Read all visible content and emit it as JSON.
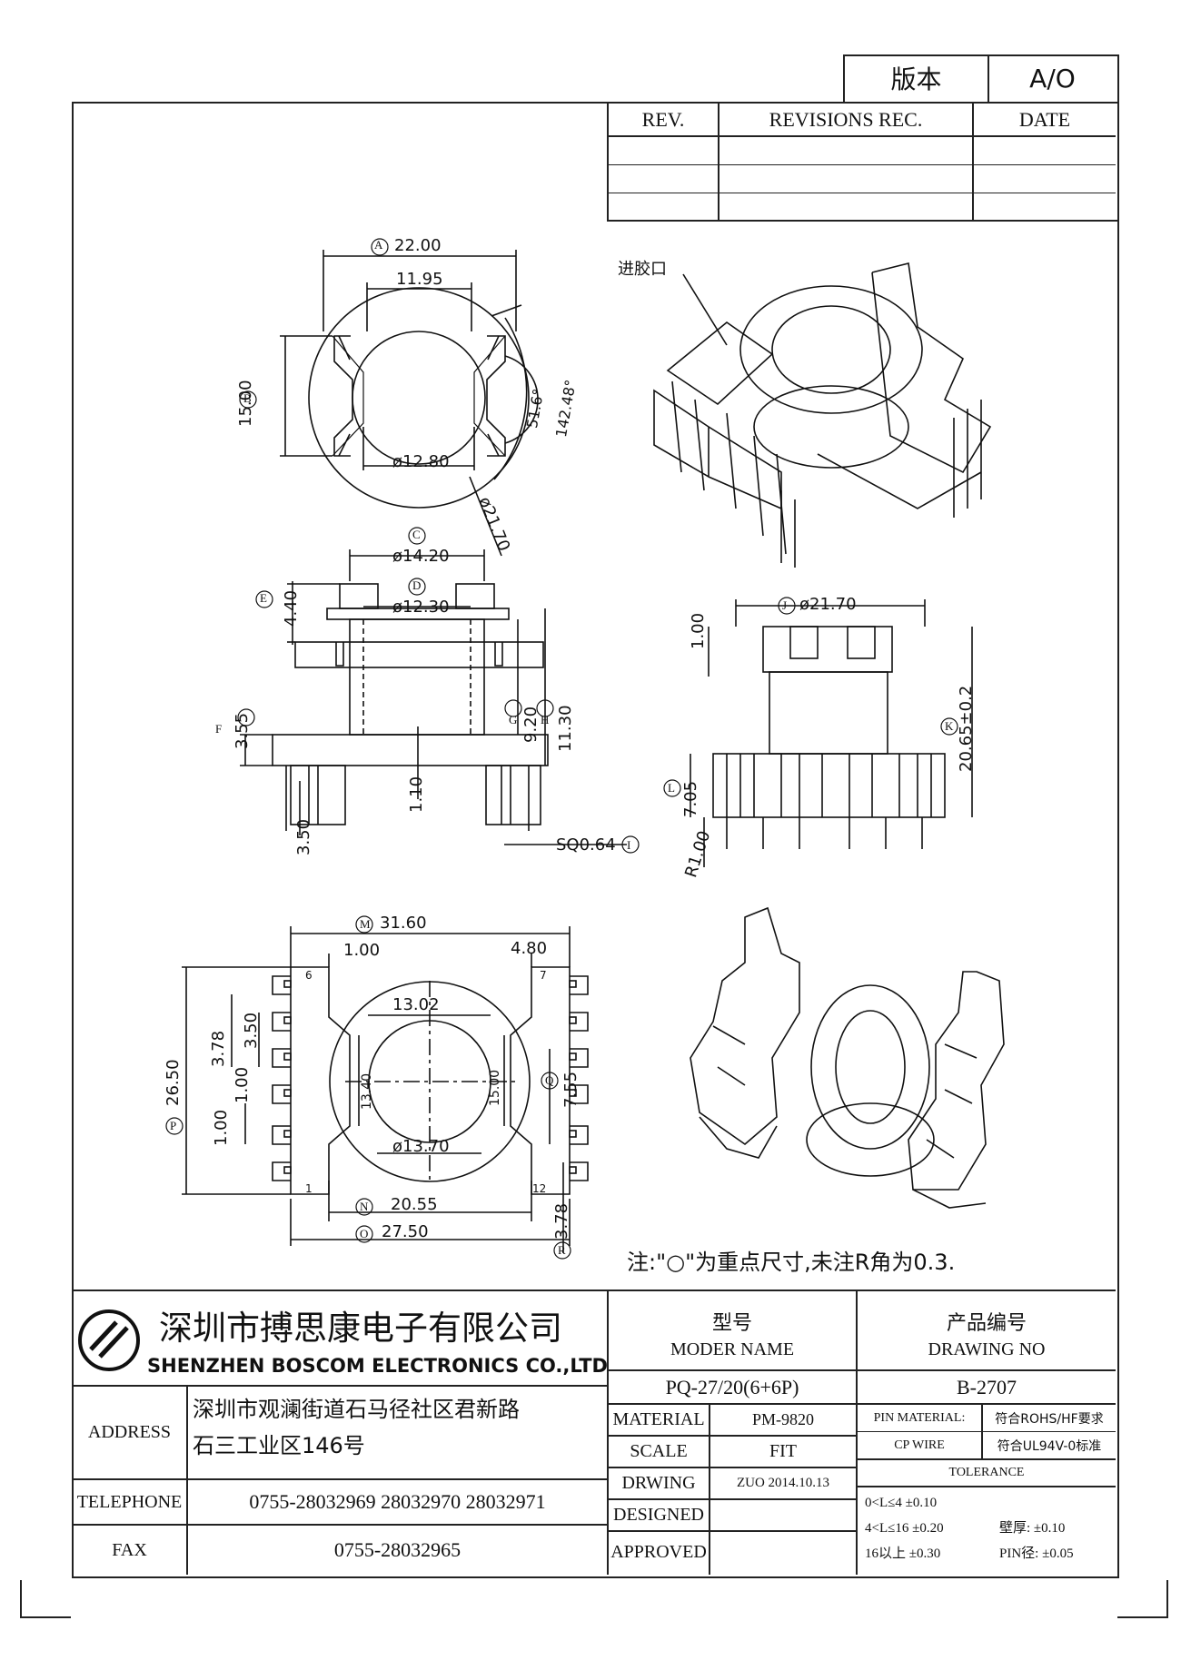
{
  "version_box": {
    "label": "版本",
    "value": "A/O"
  },
  "revisions": {
    "rev_header": "REV.",
    "rec_header": "REVISIONS REC.",
    "date_header": "DATE"
  },
  "views": {
    "top": {
      "dim_a": "22.00",
      "label_a": "A",
      "dim_inner": "11.95",
      "dim_b": "15.00",
      "label_b": "B",
      "dia_inner": "ø12.80",
      "angle1": "51.6°",
      "angle2": "142.48°",
      "dia_outer": "ø21.70"
    },
    "gate_label": "进胶口",
    "front": {
      "label_c": "C",
      "dim_c": "ø14.20",
      "label_d": "D",
      "dim_d": "ø12.30",
      "label_e": "E",
      "dim_e": "4.40",
      "label_f": "F",
      "dim_f": "3.55",
      "label_g": "G",
      "dim_g": "9.20",
      "label_h": "H",
      "dim_h": "11.30",
      "dim_110": "1.10",
      "dim_350": "3.50",
      "dim_sq": "SQ0.64",
      "label_i": "I"
    },
    "side": {
      "label_j": "J",
      "dim_j": "ø21.70",
      "dim_100": "1.00",
      "label_k": "K",
      "dim_k": "20.65±0.2",
      "label_l": "L",
      "dim_l": "7.05",
      "dim_r": "R1.00"
    },
    "bottom": {
      "label_m": "M",
      "dim_m": "31.60",
      "dim_100": "1.00",
      "dim_480": "4.80",
      "dim_1302": "13.02",
      "dim_378": "3.78",
      "dim_350": "3.50",
      "dim_100b": "1.00",
      "dim_100c": "1.00",
      "label_p": "P",
      "dim_p": "26.50",
      "dim_1340": "13.40",
      "dim_1500": "15.00",
      "dim_1370": "ø13.70",
      "label_q": "Q",
      "dim_q": "7.55",
      "label_n": "N",
      "dim_n": "20.55",
      "label_o": "O",
      "dim_o": "27.50",
      "label_r": "R",
      "dim_r": "3.78",
      "pin6": "6",
      "pin7": "7",
      "pin1": "1",
      "pin12": "12"
    }
  },
  "note": "注:\"○\"为重点尺寸,未注R角为0.3.",
  "title_block": {
    "company_cn": "深圳市搏思康电子有限公司",
    "company_en": "SHENZHEN BOSCOM ELECTRONICS CO.,LTD",
    "model_cn": "型号",
    "model_en": "MODER NAME",
    "drawing_cn": "产品编号",
    "drawing_en": "DRAWING NO",
    "address_label": "ADDRESS",
    "address_line1": "深圳市观澜街道石马径社区君新路",
    "address_line2": "石三工业区146号",
    "model_value": "PQ-27/20(6+6P)",
    "drawing_value": "B-2707",
    "material_label": "MATERIAL",
    "material_value": "PM-9820",
    "pin_material_label": "PIN MATERIAL:",
    "pin_material_value": "CP WIRE",
    "rohs": "符合ROHS/HF要求",
    "ul": "符合UL94V-0标准",
    "scale_label": "SCALE",
    "scale_value": "FIT",
    "tolerance_label": "TOLERANCE",
    "telephone_label": "TELEPHONE",
    "telephone_value": "0755-28032969 28032970 28032971",
    "drawing_label": "DRWING",
    "drawing_by": "ZUO 2014.10.13",
    "tol1": "0<L≤4 ±0.10",
    "tol2": "4<L≤16 ±0.20",
    "tol3": "16以上 ±0.30",
    "wall": "壁厚: ±0.10",
    "pin_dia": "PIN径: ±0.05",
    "designed_label": "DESIGNED",
    "fax_label": "FAX",
    "fax_value": "0755-28032965",
    "approved_label": "APPROVED"
  }
}
